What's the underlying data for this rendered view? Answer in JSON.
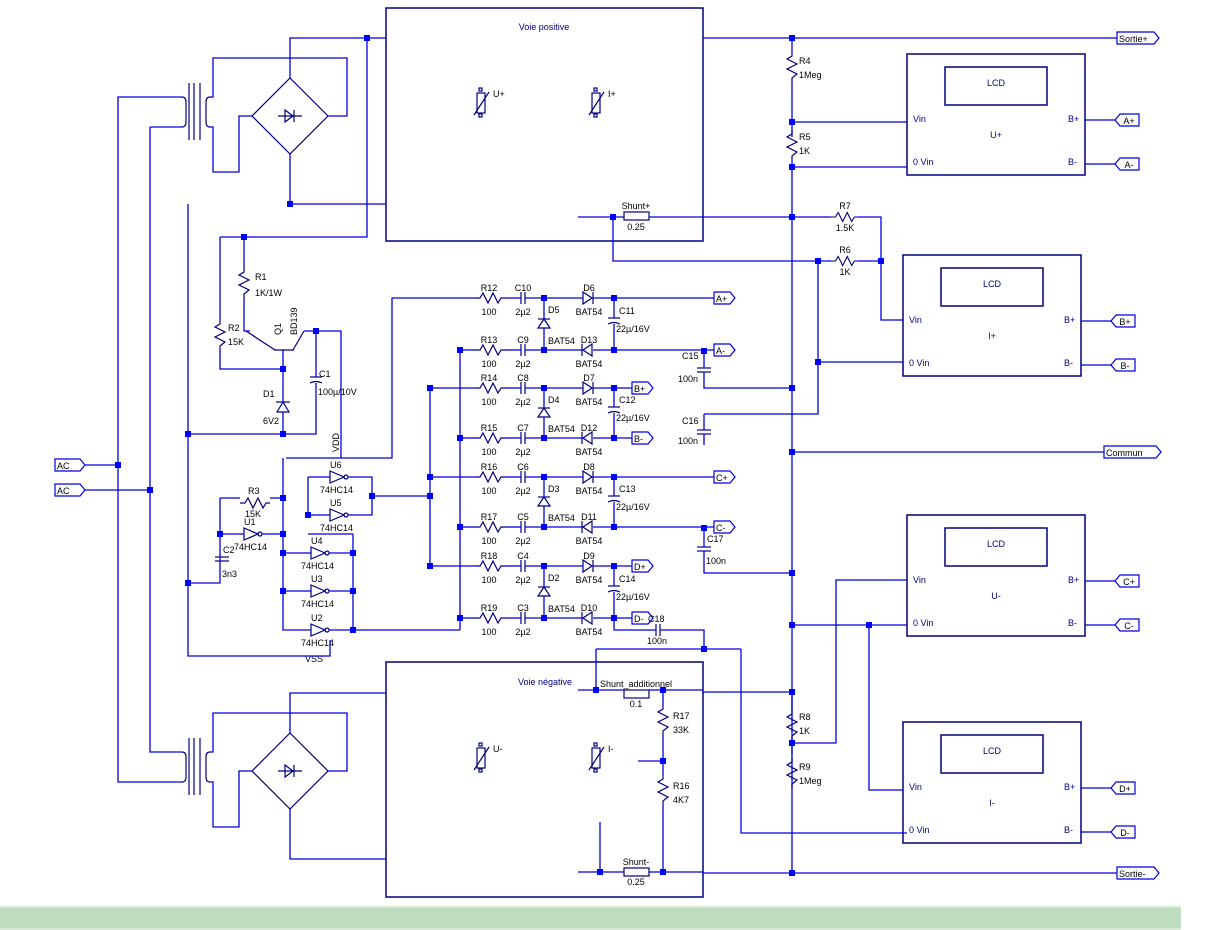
{
  "colors": {
    "wire": "#0000e0",
    "component": "#000080",
    "text": "#000000",
    "footer_bar": "#c0dcc0"
  },
  "blocks": {
    "positive": {
      "title": "Voie positive",
      "pots": [
        "U+",
        "I+"
      ],
      "shunt": {
        "name": "Shunt+",
        "value": "0.25"
      }
    },
    "negative": {
      "title": "Voie négative",
      "pots": [
        "U-",
        "I-"
      ],
      "shunt_add": {
        "name": "Shunt_additionnel",
        "value": "0.1"
      },
      "shunt": {
        "name": "Shunt-",
        "value": "0.25"
      },
      "r17": {
        "name": "R17",
        "value": "33K"
      },
      "r16": {
        "name": "R16",
        "value": "4K7"
      }
    }
  },
  "lcds": [
    {
      "title": "LCD",
      "name": "U+",
      "vin": "Vin",
      "zvin": "0 Vin",
      "bp": "B+",
      "bm": "B-",
      "port_p": "A+",
      "port_m": "A-"
    },
    {
      "title": "LCD",
      "name": "I+",
      "vin": "Vin",
      "zvin": "0 Vin",
      "bp": "B+",
      "bm": "B-",
      "port_p": "B+",
      "port_m": "B-"
    },
    {
      "title": "LCD",
      "name": "U-",
      "vin": "Vin",
      "zvin": "0 Vin",
      "bp": "B+",
      "bm": "B-",
      "port_p": "C+",
      "port_m": "C-"
    },
    {
      "title": "LCD",
      "name": "I-",
      "vin": "Vin",
      "zvin": "0 Vin",
      "bp": "B+",
      "bm": "B-",
      "port_p": "D+",
      "port_m": "D-"
    }
  ],
  "outputs": {
    "sortie_plus": "Sortie+",
    "commun": "Commun",
    "sortie_minus": "Sortie-",
    "ac1": "AC",
    "ac2": "AC"
  },
  "divider": {
    "r4": {
      "name": "R4",
      "value": "1Meg"
    },
    "r5": {
      "name": "R5",
      "value": "1K"
    },
    "r7": {
      "name": "R7",
      "value": "1.5K"
    },
    "r6": {
      "name": "R6",
      "value": "1K"
    },
    "r8": {
      "name": "R8",
      "value": "1K"
    },
    "r9": {
      "name": "R9",
      "value": "1Meg"
    }
  },
  "regulator": {
    "r1": {
      "name": "R1",
      "value": "1K/1W"
    },
    "r2": {
      "name": "R2",
      "value": "15K"
    },
    "q1": {
      "name": "Q1",
      "value": "BD139"
    },
    "d1": {
      "name": "D1",
      "value": "6V2"
    },
    "c1": {
      "name": "C1",
      "value": "100µ/10V"
    },
    "vdd": "VDD",
    "vss": "VSS"
  },
  "oscillator": {
    "r3": {
      "name": "R3",
      "value": "15K"
    },
    "c2": {
      "name": "C2",
      "value": "3n3"
    },
    "gates": [
      {
        "name": "U1",
        "value": "74HC14"
      },
      {
        "name": "U6",
        "value": "74HC14"
      },
      {
        "name": "U5",
        "value": "74HC14"
      },
      {
        "name": "U4",
        "value": "74HC14"
      },
      {
        "name": "U3",
        "value": "74HC14"
      },
      {
        "name": "U2",
        "value": "74HC14"
      }
    ]
  },
  "pumps": [
    {
      "r_top": "R12",
      "c_top": "C10",
      "d_top": "D6",
      "d_shunt": "D5",
      "r_bot": "R13",
      "c_bot": "C9",
      "d_bot": "D13",
      "c_res": "C11",
      "c_res_val": "22µ/16V",
      "port_p": "A+",
      "port_m": "A-"
    },
    {
      "r_top": "R14",
      "c_top": "C8",
      "d_top": "D7",
      "d_shunt": "D4",
      "r_bot": "R15",
      "c_bot": "C7",
      "d_bot": "D12",
      "c_res": "C12",
      "c_res_val": "22µ/16V",
      "port_p": "B+",
      "port_m": "B-"
    },
    {
      "r_top": "R16",
      "c_top": "C6",
      "d_top": "D8",
      "d_shunt": "D3",
      "r_bot": "R17",
      "c_bot": "C5",
      "d_bot": "D11",
      "c_res": "C13",
      "c_res_val": "22µ/16V",
      "port_p": "C+",
      "port_m": "C-"
    },
    {
      "r_top": "R18",
      "c_top": "C4",
      "d_top": "D9",
      "d_shunt": "D2",
      "r_bot": "R19",
      "c_bot": "C3",
      "d_bot": "D10",
      "c_res": "C14",
      "c_res_val": "22µ/16V",
      "port_p": "D+",
      "port_m": "D-"
    }
  ],
  "pump_values": {
    "r": "100",
    "c": "2µ2",
    "d": "BAT54"
  },
  "decoupling": [
    {
      "name": "C15",
      "value": "100n"
    },
    {
      "name": "C16",
      "value": "100n"
    },
    {
      "name": "C17",
      "value": "100n"
    },
    {
      "name": "C18",
      "value": "100n"
    }
  ]
}
